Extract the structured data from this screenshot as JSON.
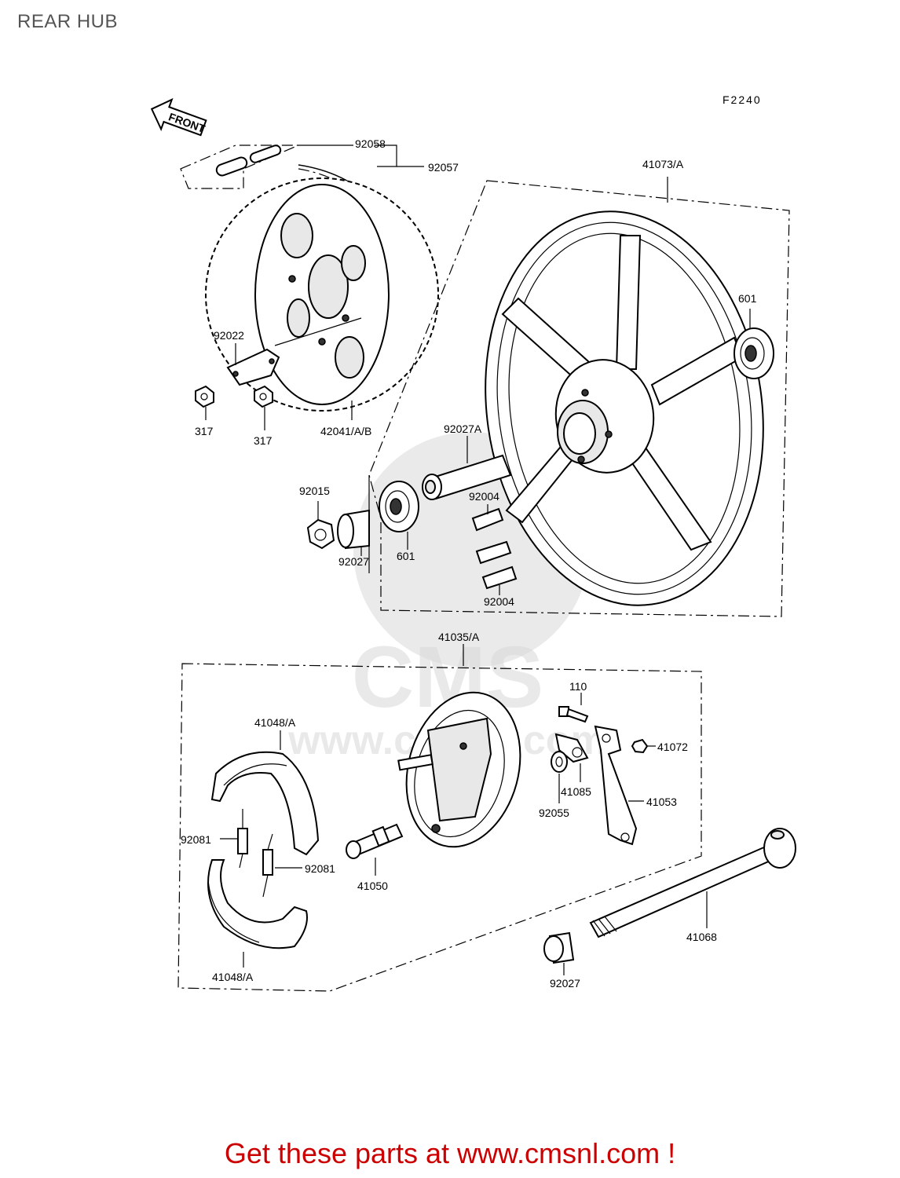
{
  "page": {
    "title": "REAR HUB"
  },
  "diagram": {
    "code": "F2240",
    "front_label": "FRONT",
    "watermark": "CMS",
    "watermark_url": "www.cmsnl.com",
    "labels": {
      "l92058": "92058",
      "l92057": "92057",
      "l41073": "41073/A",
      "l601a": "601",
      "l92022": "92022",
      "l317a": "317",
      "l317b": "317",
      "l42041": "42041/A/B",
      "l92027A": "92027A",
      "l92015": "92015",
      "l92004a": "92004",
      "l92027a": "92027",
      "l601b": "601",
      "l92004b": "92004",
      "l41035": "41035/A",
      "l110": "110",
      "l41048a": "41048/A",
      "l41072": "41072",
      "l41085": "41085",
      "l92055": "92055",
      "l41053": "41053",
      "l92081a": "92081",
      "l92081b": "92081",
      "l41050": "41050",
      "l41068": "41068",
      "l92027b": "92027",
      "l41048b": "41048/A"
    }
  },
  "footer": {
    "text": "Get these parts at www.cmsnl.com !"
  }
}
